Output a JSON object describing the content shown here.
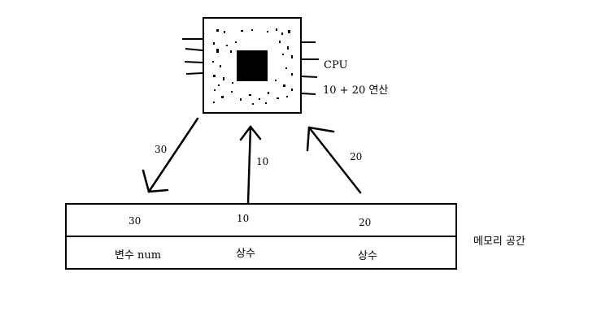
{
  "cpu": {
    "label": "CPU",
    "operation": "10 + 20 연산"
  },
  "arrows": {
    "to_memory_value": "30",
    "from_memory_a": "10",
    "from_memory_b": "20"
  },
  "memory": {
    "title": "메모리 공간",
    "values": [
      "30",
      "10",
      "20"
    ],
    "names": [
      "변수 num",
      "상수",
      "상수"
    ]
  }
}
